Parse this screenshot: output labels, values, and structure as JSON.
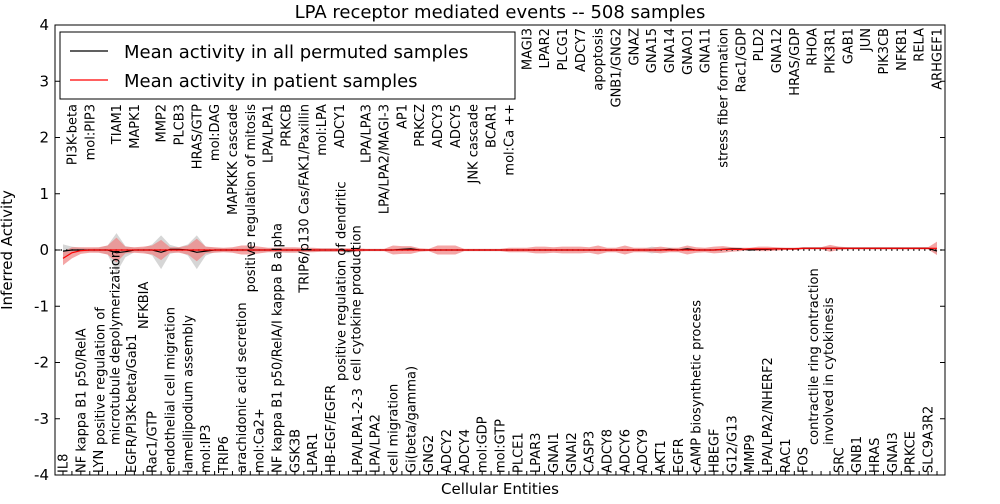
{
  "chart_data": {
    "type": "line",
    "title": "LPA receptor mediated events -- 508 samples",
    "xlabel": "Cellular Entities",
    "ylabel": "Inferred Activity",
    "ylim": [
      -4,
      4
    ],
    "yticks": [
      "-4",
      "-3",
      "-2",
      "-1",
      "0",
      "1",
      "2",
      "3",
      "4"
    ],
    "grid": false,
    "legend_position": "top-left",
    "colors": {
      "patient": "#ff0000",
      "patient_band": "#f08080",
      "permuted": "#000000",
      "permuted_band": "#c8c8c8"
    },
    "categories": [
      "IL8",
      "PI3K-beta",
      "NF kappa B1 p50/RelA",
      "mol:PIP3",
      "LYN",
      "positive regulation of microtubule depolymerization",
      "TIAM1",
      "EGFR/PI3K-beta/Gab1",
      "MAPK1",
      "NFKBIA",
      "Rac1/GTP",
      "MMP2",
      "endothelial cell migration",
      "PLCB3",
      "lamellipodium assembly",
      "HRAS/GTP",
      "mol:IP3",
      "mol:DAG",
      "TRIP6",
      "MAPKKK cascade",
      "arachidonic acid secretion",
      "positive regulation of mitosis",
      "mol:Ca2+",
      "LPA/LPA1",
      "NF kappa B1 p50/RelA/I kappa B alpha",
      "PRKCB",
      "GSK3B",
      "TRIP6/p130 Cas/FAK1/Paxillin",
      "LPAR1",
      "mol:LPA",
      "HB-EGF/EGFR",
      "ADCY1",
      "positive regulation of dendritic cell cytokine production",
      "LPA/LPA1-2-3",
      "LPA/LPA3",
      "LPA/LPA2",
      "LPA/LPA2/MAGI-3",
      "cell migration",
      "AP1",
      "Gi(beta/gamma)",
      "PRKCZ",
      "GNG2",
      "ADCY3",
      "ADCY2",
      "ADCY5",
      "ADCY4",
      "JNK cascade",
      "mol:GDP",
      "BCAR1",
      "mol:GTP",
      "mol:Ca ++",
      "PLCE1",
      "MAGI3",
      "LPAR3",
      "LPAR2",
      "GNAI1",
      "PLCG1",
      "GNAI2",
      "ADCY7",
      "CASP3",
      "apoptosis",
      "ADCY8",
      "GNB1/GNG2",
      "ADCY6",
      "GNAZ",
      "ADCY9",
      "GNA15",
      "AKT1",
      "GNA14",
      "EGFR",
      "GNAO1",
      "cAMP biosynthetic process",
      "GNA11",
      "HBEGF",
      "stress fiber formation",
      "G12/G13",
      "Rac1/GDP",
      "MMP9",
      "PLD2",
      "LPA/LPA2/NHERF2",
      "GNA12",
      "RAC1",
      "HRAS/GDP",
      "FOS",
      "RHOA",
      "contractile ring contraction involved in cytokinesis",
      "PIK3R1",
      "SRC",
      "GAB1",
      "GNB1",
      "JUN",
      "HRAS",
      "PIK3CB",
      "GNAI3",
      "NFKB1",
      "PRKCE",
      "RELA",
      "SLC9A3R2",
      "ARHGEF1"
    ],
    "series": [
      {
        "name": "Mean activity in all permuted samples",
        "values": [
          -0.02,
          0,
          0,
          0,
          0,
          0,
          -0.05,
          -0.03,
          0,
          0,
          0,
          -0.04,
          0.01,
          0.01,
          0,
          -0.04,
          -0.02,
          0,
          0,
          0,
          0,
          0,
          0,
          0,
          0,
          0,
          0,
          0,
          0,
          0,
          0,
          0,
          -0.02,
          0,
          0,
          0,
          0,
          0,
          0.01,
          0.02,
          0,
          0,
          0,
          0,
          0,
          0,
          0,
          0,
          0,
          0,
          0,
          0,
          0,
          0,
          0,
          0,
          0,
          0,
          0,
          0,
          0,
          0,
          0,
          0,
          0,
          0,
          0,
          0,
          0.01,
          0,
          0.02,
          0,
          0,
          0,
          0.01,
          0.02,
          0.02,
          0,
          0.01,
          0.01,
          0.02,
          0.02,
          0.02,
          0.03,
          0.03,
          0.03,
          0.03,
          0.03,
          0.03,
          0.03,
          0.03,
          0.03,
          0.03,
          0.03,
          0.03,
          0.03,
          0.03,
          0.03,
          -0.02
        ],
        "band": [
          0.12,
          0.06,
          0.04,
          0.03,
          0.04,
          0.08,
          0.35,
          0.1,
          0.04,
          0.04,
          0.1,
          0.3,
          0.08,
          0.04,
          0.1,
          0.3,
          0.08,
          0.04,
          0.03,
          0.03,
          0.03,
          0.03,
          0.03,
          0.03,
          0.03,
          0.03,
          0.03,
          0.03,
          0.03,
          0.03,
          0.03,
          0.03,
          0.04,
          0.02,
          0.02,
          0.02,
          0.02,
          0.02,
          0.03,
          0.03,
          0.02,
          0.02,
          0.02,
          0.02,
          0.02,
          0.02,
          0.02,
          0.02,
          0.02,
          0.02,
          0.02,
          0.02,
          0.02,
          0.02,
          0.02,
          0.02,
          0.02,
          0.02,
          0.02,
          0.02,
          0.02,
          0.02,
          0.02,
          0.02,
          0.02,
          0.02,
          0.06,
          0.04,
          0.03,
          0.03,
          0.02,
          0.02,
          0.02,
          0.02,
          0.02,
          0.02,
          0.02,
          0.02,
          0.02,
          0.02,
          0.02,
          0.02,
          0.02,
          0.02,
          0.02,
          0.02,
          0.02,
          0.02,
          0.02,
          0.02,
          0.02,
          0.02,
          0.02,
          0.02,
          0.02,
          0.02,
          0.02,
          0.02,
          0.05
        ]
      },
      {
        "name": "Mean activity in patient samples",
        "values": [
          -0.15,
          -0.05,
          -0.01,
          0,
          0,
          0,
          0,
          0,
          0,
          0,
          0,
          0,
          0,
          0,
          0,
          0,
          0,
          0,
          0,
          0,
          0,
          0,
          0,
          0,
          0,
          0,
          0,
          0,
          0,
          0,
          0,
          0,
          0,
          0,
          0,
          0,
          0,
          0,
          0,
          0,
          0,
          0,
          0,
          0,
          0,
          0,
          0,
          0,
          0,
          0,
          0,
          0,
          0,
          0,
          0,
          0,
          0,
          0,
          0,
          0,
          0,
          0,
          0,
          0,
          0,
          0,
          0,
          0,
          0,
          0,
          0,
          0,
          0,
          0,
          0.01,
          0.01,
          0.01,
          0.02,
          0.02,
          0.02,
          0.02,
          0.02,
          0.02,
          0.03,
          0.03,
          0.03,
          0.03,
          0.03,
          0.03,
          0.03,
          0.03,
          0.03,
          0.03,
          0.03,
          0.03,
          0.03,
          0.03,
          0.03,
          0.03
        ],
        "band": [
          0.12,
          0.1,
          0.06,
          0.05,
          0.05,
          0.08,
          0.22,
          0.06,
          0.05,
          0.06,
          0.08,
          0.18,
          0.05,
          0.05,
          0.08,
          0.2,
          0.06,
          0.05,
          0.04,
          0.05,
          0.08,
          0.08,
          0.06,
          0.04,
          0.04,
          0.05,
          0.05,
          0.04,
          0.04,
          0.03,
          0.03,
          0.03,
          0.03,
          0.03,
          0.02,
          0.02,
          0.02,
          0.08,
          0.07,
          0.07,
          0.03,
          0.02,
          0.08,
          0.08,
          0.08,
          0.02,
          0.02,
          0.02,
          0.02,
          0.02,
          0.04,
          0.04,
          0.04,
          0.06,
          0.06,
          0.05,
          0.06,
          0.06,
          0.06,
          0.05,
          0.08,
          0.04,
          0.04,
          0.08,
          0.04,
          0.04,
          0.04,
          0.06,
          0.04,
          0.04,
          0.08,
          0.05,
          0.04,
          0.06,
          0.06,
          0.04,
          0.03,
          0.02,
          0.04,
          0.04,
          0.03,
          0.02,
          0.02,
          0.02,
          0.02,
          0.02,
          0.06,
          0.03,
          0.02,
          0.02,
          0.02,
          0.02,
          0.02,
          0.02,
          0.02,
          0.02,
          0.02,
          0.02,
          0.12
        ]
      }
    ]
  }
}
